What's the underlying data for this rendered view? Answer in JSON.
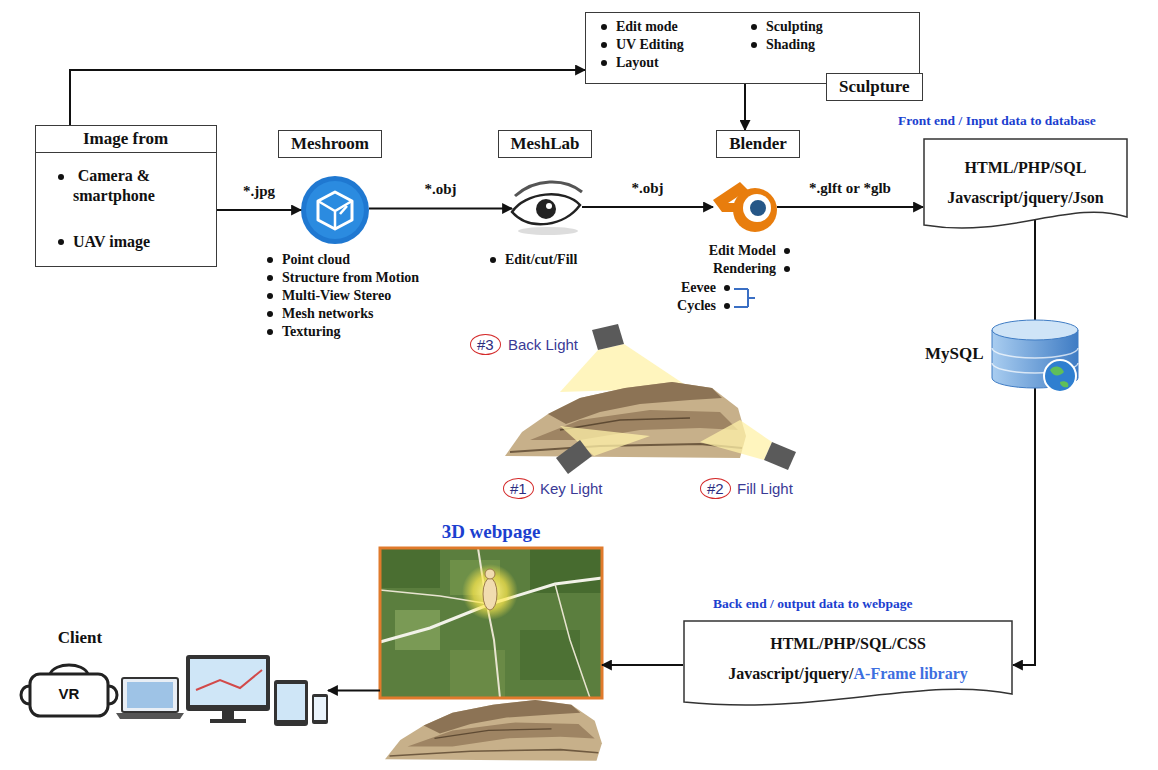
{
  "diagram": {
    "nodes": [
      {
        "text": [
          "Image from",
          "Camera & smartphone",
          "UAV image"
        ]
      },
      {
        "text": [
          "Meshroom",
          "Point cloud",
          "Structure from Motion",
          "Multi-View Stereo",
          "Mesh networks",
          "Texturing"
        ]
      },
      {
        "text": [
          "MeshLab",
          "Edit/cut/Fill"
        ]
      },
      {
        "text": [
          "Blender",
          "Edit Model",
          "Rendering",
          "Eevee",
          "Cycles"
        ]
      },
      {
        "text": [
          "Edit mode",
          "UV Editing",
          "Layout",
          "Sculpting",
          "Shading",
          "Sculpture"
        ]
      },
      {
        "text": [
          "Front end / Input data to database",
          "HTML/PHP/SQL",
          "Javascript/jquery/Json"
        ]
      },
      {
        "text": [
          "MySQL"
        ]
      },
      {
        "text": [
          "Back end / output data to webpage",
          "HTML/PHP/SQL/CSS",
          "Javascript/jquery/",
          "A-Frame library"
        ]
      },
      {
        "text": [
          "3D webpage"
        ]
      },
      {
        "text": [
          "Client"
        ]
      }
    ],
    "edges": [
      {
        "from": 0,
        "to": 1,
        "label": "*.jpg",
        "arrow": "to"
      },
      {
        "from": 1,
        "to": 2,
        "label": "*.obj",
        "arrow": "to"
      },
      {
        "from": 2,
        "to": 3,
        "label": "*.obj",
        "arrow": "to"
      },
      {
        "from": 0,
        "to": 4,
        "arrow": "to"
      },
      {
        "from": 4,
        "to": 3,
        "arrow": "to"
      },
      {
        "from": 3,
        "to": 5,
        "label": "*.glft or *glb",
        "arrow": "to"
      },
      {
        "from": 5,
        "to": 6,
        "arrow": "none"
      },
      {
        "from": 6,
        "to": 7,
        "arrow": "to"
      },
      {
        "from": 7,
        "to": 8,
        "arrow": "to"
      },
      {
        "from": 8,
        "to": 9,
        "arrow": "to"
      }
    ],
    "labels": [
      "#3",
      "Back Light",
      "#1",
      "Key Light",
      "#2",
      "Fill Light",
      "VR"
    ]
  }
}
